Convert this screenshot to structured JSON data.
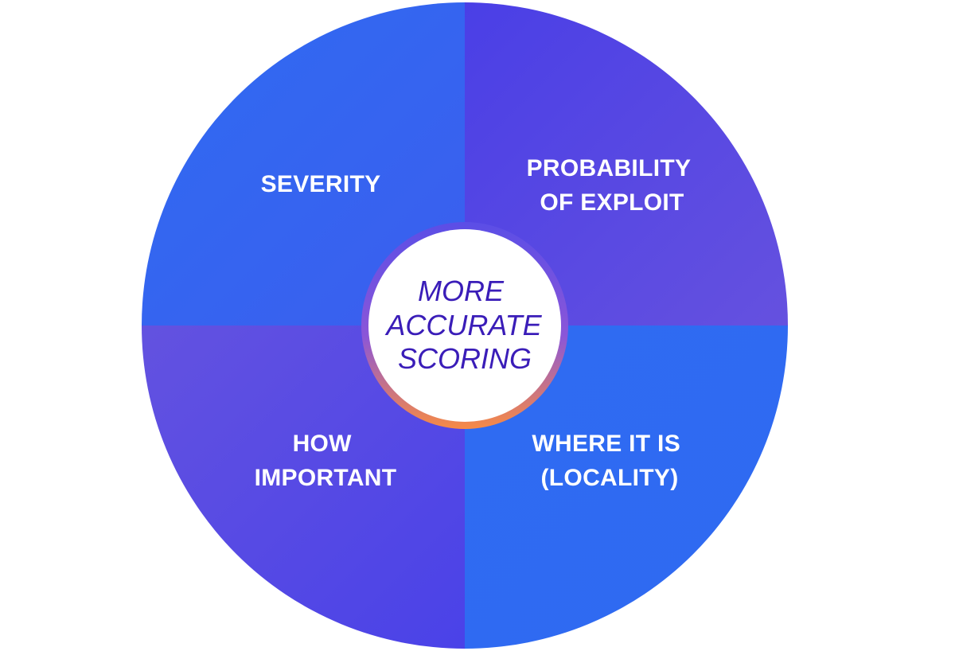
{
  "diagram": {
    "center": {
      "lines": [
        "MORE",
        "ACCURATE",
        "SCORING"
      ]
    },
    "quadrants": {
      "top_left": {
        "lines": [
          "SEVERITY"
        ]
      },
      "top_right": {
        "lines": [
          "PROBABILITY",
          "OF EXPLOIT"
        ]
      },
      "bottom_left": {
        "lines": [
          "HOW",
          "IMPORTANT"
        ]
      },
      "bottom_right": {
        "lines": [
          "WHERE IT IS",
          "(LOCALITY)"
        ]
      }
    }
  },
  "colors": {
    "blue": "#2f6bf2",
    "indigo": "#4840e6",
    "violet": "#6151e0",
    "center_text": "#3a1db8",
    "ring_start": "#6c5ce7",
    "ring_end": "#f77f4a",
    "center_fill": "#ffffff"
  }
}
